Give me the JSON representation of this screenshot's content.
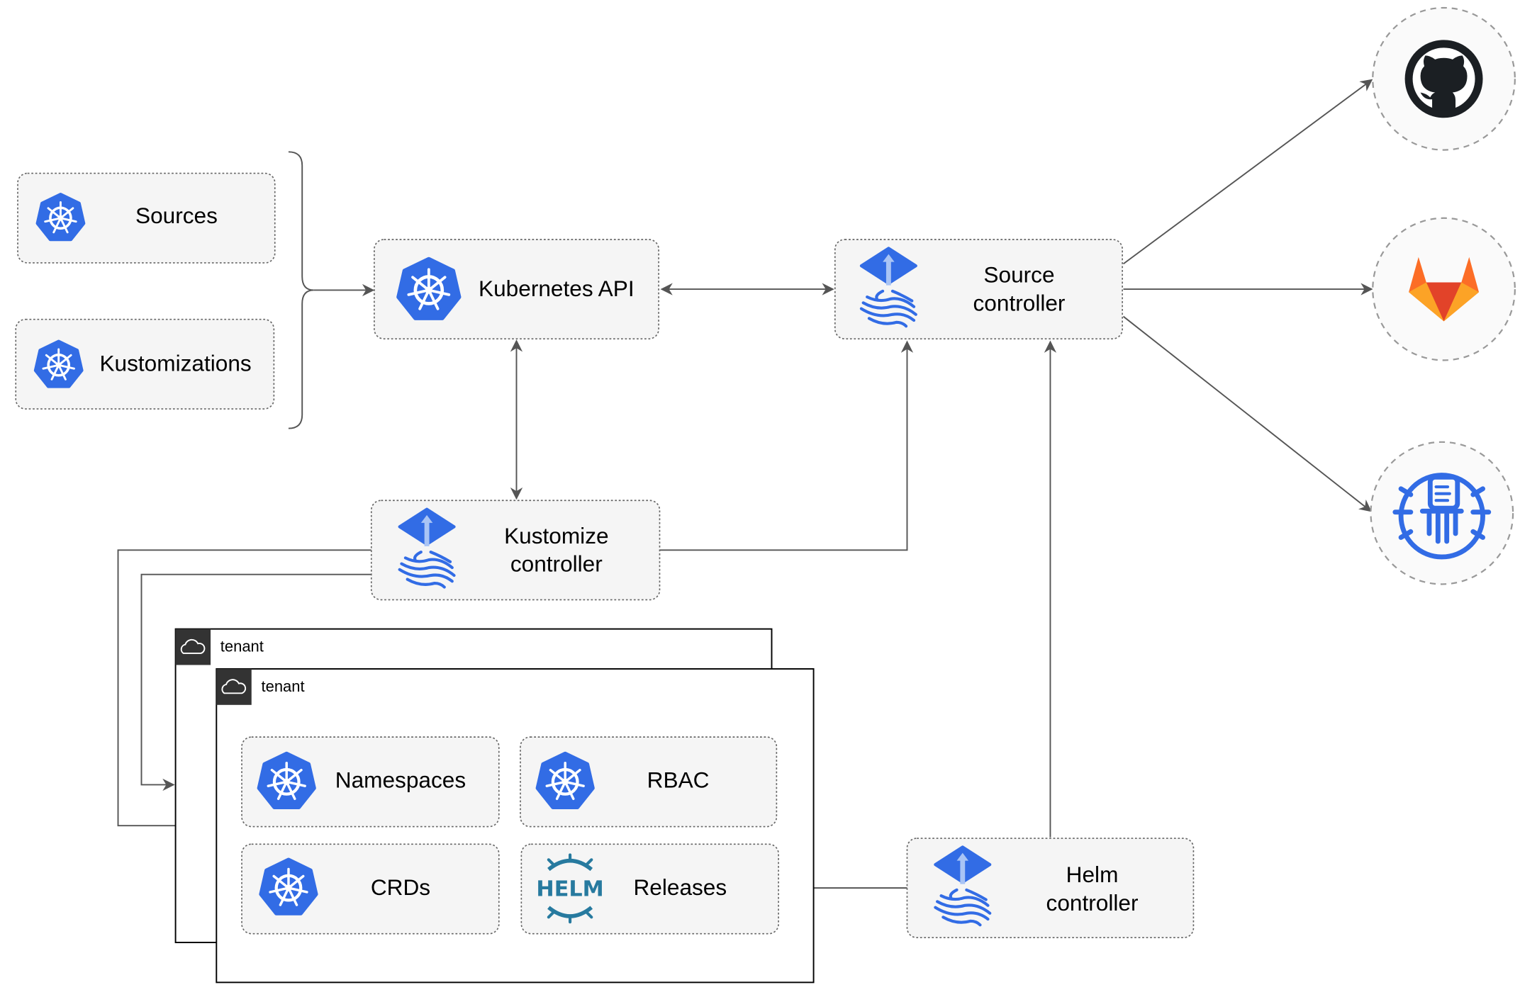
{
  "nodes": {
    "sources": "Sources",
    "kustomizations": "Kustomizations",
    "kubernetes_api": "Kubernetes API",
    "source_controller": [
      "Source",
      "controller"
    ],
    "kustomize_controller": [
      "Kustomize",
      "controller"
    ],
    "helm_controller": [
      "Helm",
      "controller"
    ],
    "namespaces": "Namespaces",
    "rbac": "RBAC",
    "crds": "CRDs",
    "releases": "Releases"
  },
  "tenants": [
    "tenant",
    "tenant"
  ],
  "helm_logo_text": "HELM",
  "external": [
    "github-icon",
    "gitlab-icon",
    "harbor-icon"
  ],
  "colors": {
    "kubernetes_blue": "#326ce5",
    "flux_light": "#a9c4f5",
    "helm": "#277a9f",
    "gitlab_orange": "#e24329",
    "github_dark": "#1b1f23"
  }
}
